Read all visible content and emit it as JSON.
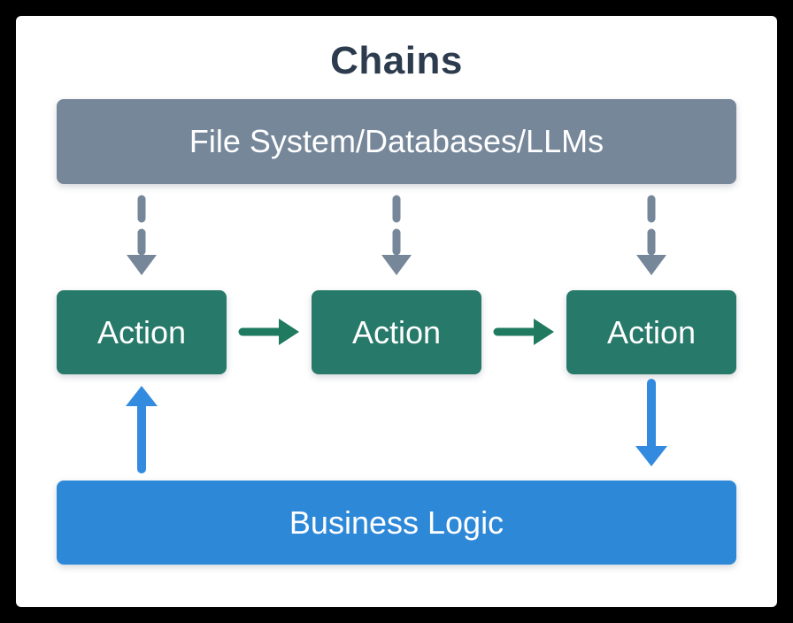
{
  "diagram": {
    "title": "Chains",
    "nodes": {
      "resources": {
        "label": "File System/Databases/LLMs"
      },
      "actions": [
        {
          "label": "Action"
        },
        {
          "label": "Action"
        },
        {
          "label": "Action"
        }
      ],
      "business_logic": {
        "label": "Business Logic"
      }
    },
    "colors": {
      "frame": "#000000",
      "card": "#ffffff",
      "title_text": "#2c3b4d",
      "box_text": "#ffffff",
      "resources_box": "#76879a",
      "dashed_arrow": "#76879a",
      "action_box": "#27796a",
      "action_arrow": "#1f7a60",
      "business_box": "#2e88d8",
      "business_arrow": "#338be0"
    }
  }
}
